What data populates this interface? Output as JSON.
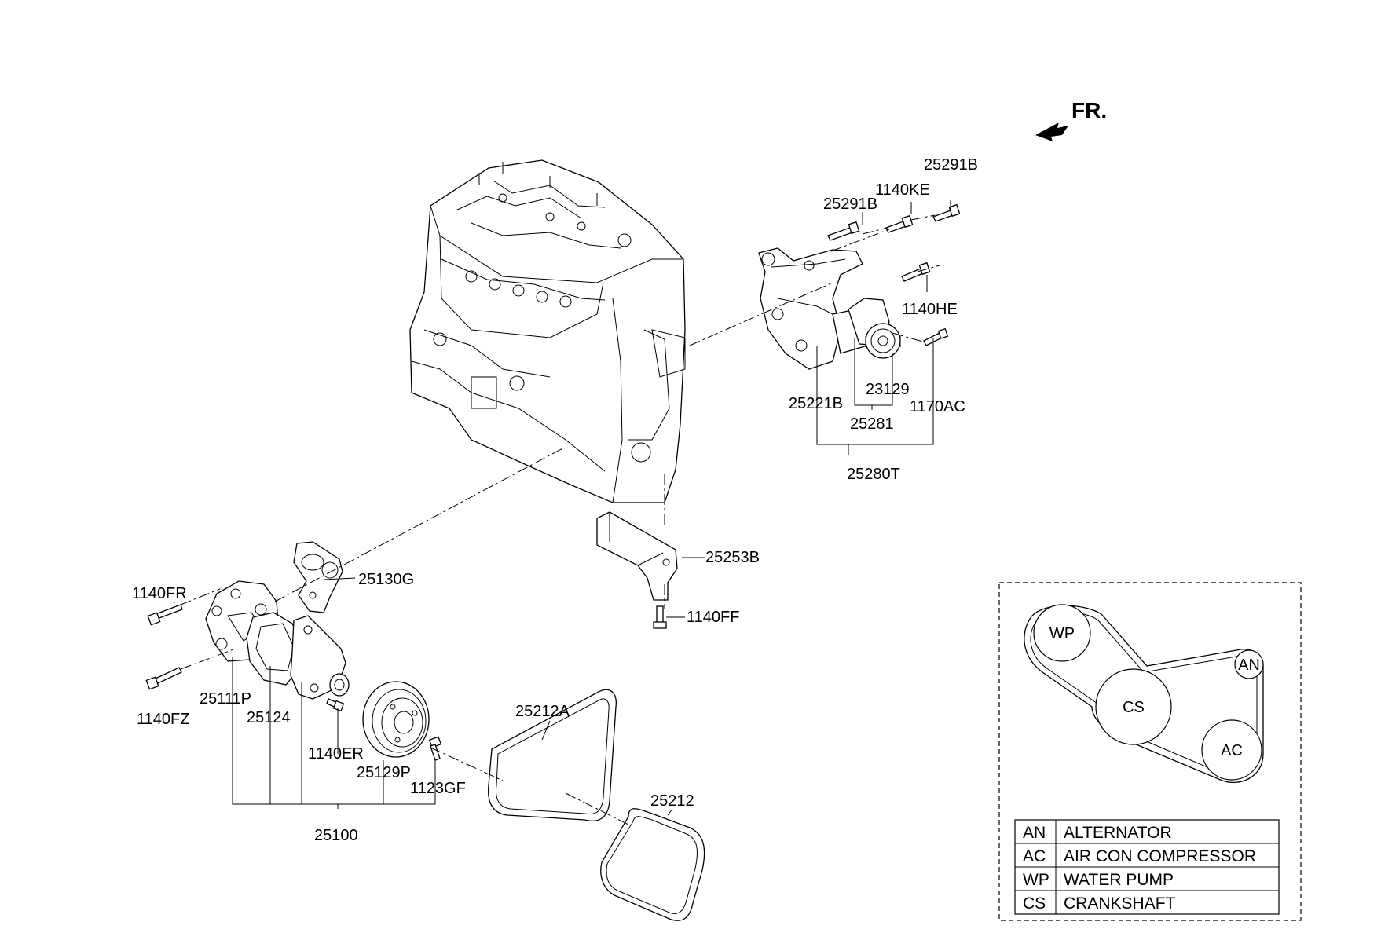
{
  "direction_label": "FR.",
  "labels": {
    "p25291B_top": "25291B",
    "p1140KE": "1140KE",
    "p25291B": "25291B",
    "p1140HE": "1140HE",
    "p23129": "23129",
    "p25221B": "25221B",
    "p1170AC": "1170AC",
    "p25281": "25281",
    "p25280T": "25280T",
    "p25253B": "25253B",
    "p1140FF": "1140FF",
    "p25130G": "25130G",
    "p1140FR": "1140FR",
    "p1140FZ": "1140FZ",
    "p25111P": "25111P",
    "p25124": "25124",
    "p1140ER": "1140ER",
    "p25129P": "25129P",
    "p1123GF": "1123GF",
    "p25100": "25100",
    "p25212A": "25212A",
    "p25212": "25212"
  },
  "belt_routing": {
    "pulleys": [
      "WP",
      "CS",
      "AN",
      "AC"
    ]
  },
  "legend": [
    {
      "code": "AN",
      "name": "ALTERNATOR"
    },
    {
      "code": "AC",
      "name": "AIR CON COMPRESSOR"
    },
    {
      "code": "WP",
      "name": "WATER PUMP"
    },
    {
      "code": "CS",
      "name": "CRANKSHAFT"
    }
  ]
}
